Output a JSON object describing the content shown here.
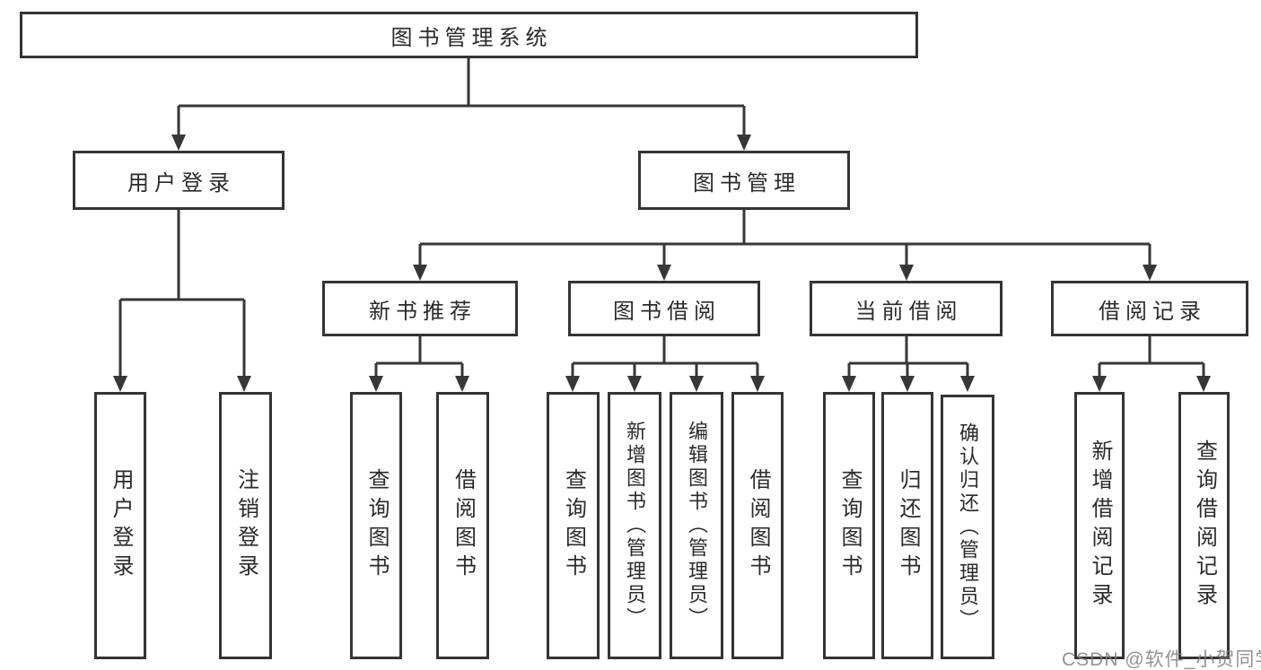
{
  "colors": {
    "line": "#373737",
    "box_border": "#343434",
    "text": "#2b2b2b",
    "watermark": "#8c8c8c",
    "background": "#ffffff"
  },
  "watermark": {
    "text": "CSDN @软件_小贺同学"
  },
  "tree": {
    "root": {
      "label": "图书管理系统",
      "children": [
        {
          "label": "用户登录",
          "children": [
            {
              "label": "用户登录"
            },
            {
              "label": "注销登录"
            }
          ]
        },
        {
          "label": "图书管理",
          "children": [
            {
              "label": "新书推荐",
              "children": [
                {
                  "label": "查询图书"
                },
                {
                  "label": "借阅图书"
                }
              ]
            },
            {
              "label": "图书借阅",
              "children": [
                {
                  "label": "查询图书"
                },
                {
                  "label": "新增图书（管理员）"
                },
                {
                  "label": "编辑图书（管理员）"
                },
                {
                  "label": "借阅图书"
                }
              ]
            },
            {
              "label": "当前借阅",
              "children": [
                {
                  "label": "查询图书"
                },
                {
                  "label": "归还图书"
                },
                {
                  "label": "确认归还（管理员）"
                }
              ]
            },
            {
              "label": "借阅记录",
              "children": [
                {
                  "label": "新增借阅记录"
                },
                {
                  "label": "查询借阅记录"
                }
              ]
            }
          ]
        }
      ]
    }
  }
}
